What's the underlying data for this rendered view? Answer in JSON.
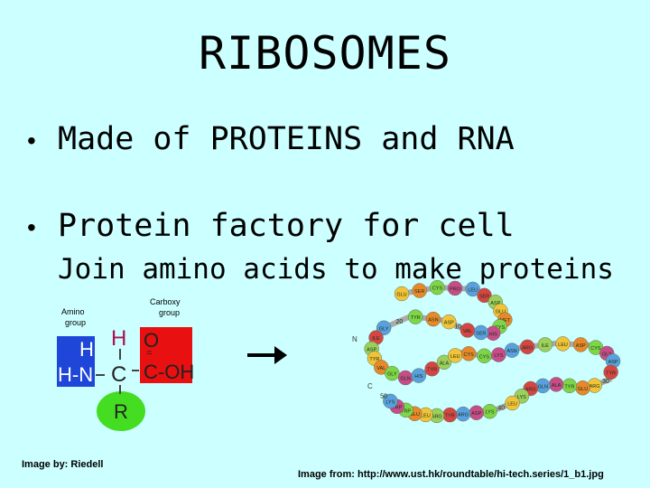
{
  "slide": {
    "title": "RIBOSOMES",
    "bullets": [
      {
        "marker": "•",
        "text": "Made of PROTEINS and RNA"
      },
      {
        "marker": "•",
        "text": "Protein factory for cell"
      }
    ],
    "sub_text": "Join amino acids to make proteins",
    "caption_left": "Image by: Riedell",
    "caption_right": "Image from:  http://www.ust.hk/roundtable/hi-tech.series/1_b1.jpg"
  },
  "amino_acid_diagram": {
    "amino_label_1": "Amino",
    "amino_label_2": "group",
    "carboxy_label_1": "Carboxy",
    "carboxy_label_2": "group",
    "left_H": "H",
    "left_HN": "H-N",
    "center_H": "H",
    "center_C": "C",
    "center_R": "R",
    "right_O": "O",
    "right_double": "=",
    "right_COH": "C-OH",
    "colors": {
      "amino": "#1e46d8",
      "carboxy": "#e81010",
      "r_group": "#44dd22",
      "h_top": "#aa1155"
    }
  },
  "arrow_icon": "right-arrow-icon",
  "protein_chain": {
    "residues": [
      "GLU",
      "SER",
      "CYS",
      "PRO",
      "LEU",
      "SER",
      "ASP",
      "GLU",
      "MET",
      "CYS",
      "HIS",
      "SER",
      "VAL",
      "10",
      "ASP",
      "ASN",
      "TYR",
      "20",
      "GLY",
      "ILE",
      "ASP",
      "TYR",
      "VAL",
      "GLY",
      "GLN",
      "HIS",
      "TYR",
      "ALA",
      "LEU",
      "CYS",
      "CYS",
      "LYS",
      "ASN",
      "ARG",
      "ILE",
      "LEU",
      "ASP",
      "CYS",
      "GLY",
      "ASP",
      "TYR",
      "30",
      "ARG",
      "GLU",
      "TYR",
      "ALA",
      "GLN",
      "ARG",
      "LYS",
      "LEU",
      "40",
      "LYS",
      "ASP",
      "ARG",
      "TYR",
      "ARG",
      "LEU",
      "GLU",
      "TRP",
      "TRP",
      "LYS",
      "50"
    ],
    "n_terminus": "N",
    "c_terminus": "C"
  }
}
